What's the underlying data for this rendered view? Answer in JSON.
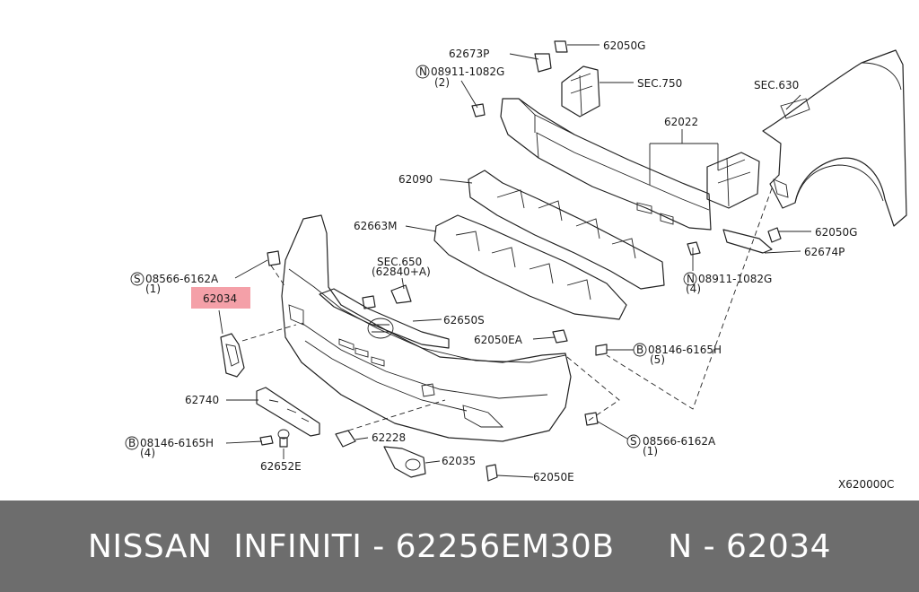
{
  "labels": {
    "p62673P": "62673P",
    "p62050G_top": "62050G",
    "p08911_top": "08911-1082G",
    "p08911_top_qty": "(2)",
    "sec750": "SEC.750",
    "sec630": "SEC.630",
    "p62022": "62022",
    "p62090": "62090",
    "p62663M": "62663M",
    "p62050G_right": "62050G",
    "p62674P": "62674P",
    "p08566_left": "08566-6162A",
    "p08566_left_qty": "(1)",
    "sec650": "SEC.650",
    "sec650_sub": "(62840+A)",
    "p62034_hl": "62034",
    "p62650S": "62650S",
    "p08911_right": "08911-1082G",
    "p08911_right_qty": "(4)",
    "p62050EA": "62050EA",
    "p08146_right": "08146-6165H",
    "p08146_right_qty": "(5)",
    "p62740": "62740",
    "p08146_left": "08146-6165H",
    "p08146_left_qty": "(4)",
    "p62652E": "62652E",
    "p62228": "62228",
    "p62035": "62035",
    "p08566_right": "08566-6162A",
    "p08566_right_qty": "(1)",
    "p62050E": "62050E",
    "diagram_code": "X620000C",
    "prefix_N": "N",
    "prefix_S": "S",
    "prefix_B": "B"
  },
  "footer": {
    "text": "NISSAN  INFINITI - 62256EM30B     N - 62034"
  },
  "colors": {
    "highlight": "#f4a0a8",
    "footer_bg": "#6d6d6d"
  }
}
